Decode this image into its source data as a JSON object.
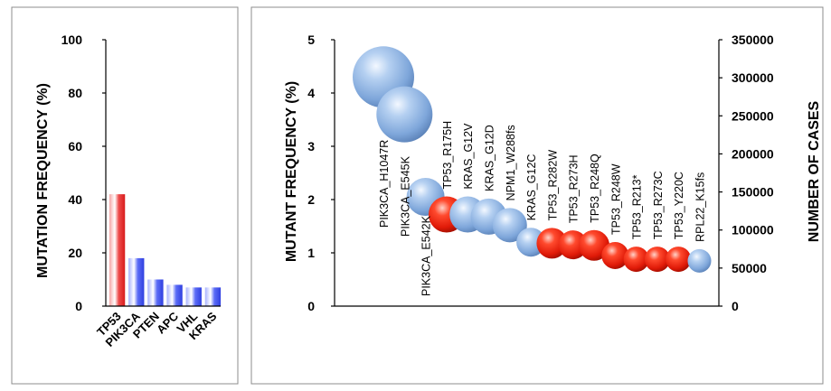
{
  "colors": {
    "red": "#e8282a",
    "blue": "#4a5cf0",
    "sphere_blue": "#8fb4e3",
    "sphere_red": "#e02010"
  },
  "chart_data": [
    {
      "type": "bar",
      "ylabel": "MUTATION FREQUENCY (%)",
      "ylim": [
        0,
        100
      ],
      "yticks": [
        "0",
        "20",
        "40",
        "60",
        "80",
        "100"
      ],
      "categories": [
        "TP53",
        "PIK3CA",
        "PTEN",
        "APC",
        "VHL",
        "KRAS"
      ],
      "values": [
        42,
        18,
        10,
        8,
        7,
        7
      ],
      "bar_colors": [
        "red",
        "blue",
        "blue",
        "blue",
        "blue",
        "blue"
      ]
    },
    {
      "type": "scatter",
      "ylabel": "MUTANT FREQUENCY (%)",
      "y2label": "NUMBER OF CASES",
      "ylim": [
        0,
        5
      ],
      "y2lim": [
        0,
        350000
      ],
      "yticks": [
        "0",
        "1",
        "2",
        "3",
        "4",
        "5"
      ],
      "y2ticks": [
        "0",
        "50000",
        "100000",
        "150000",
        "200000",
        "250000",
        "300000",
        "350000"
      ],
      "points": [
        {
          "label": "PIK3CA_H1047R",
          "x": 1,
          "y": 4.3,
          "size": 34,
          "color": "blue"
        },
        {
          "label": "PIK3CA_E545K",
          "x": 2,
          "y": 3.6,
          "size": 31,
          "color": "blue"
        },
        {
          "label": "PIK3CA_E542K",
          "x": 3,
          "y": 2.05,
          "size": 21,
          "color": "blue"
        },
        {
          "label": "TP53_R175H",
          "x": 4,
          "y": 1.72,
          "size": 20,
          "color": "red"
        },
        {
          "label": "KRAS_G12V",
          "x": 5,
          "y": 1.72,
          "size": 20,
          "color": "blue"
        },
        {
          "label": "KRAS_G12D",
          "x": 6,
          "y": 1.68,
          "size": 20,
          "color": "blue"
        },
        {
          "label": "NPM1_W288fs",
          "x": 7,
          "y": 1.52,
          "size": 19,
          "color": "blue"
        },
        {
          "label": "KRAS_G12C",
          "x": 8,
          "y": 1.2,
          "size": 16,
          "color": "blue"
        },
        {
          "label": "TP53_R282W",
          "x": 9,
          "y": 1.18,
          "size": 17,
          "color": "red"
        },
        {
          "label": "TP53_R273H",
          "x": 10,
          "y": 1.15,
          "size": 16,
          "color": "red"
        },
        {
          "label": "TP53_R248Q",
          "x": 11,
          "y": 1.14,
          "size": 17,
          "color": "red"
        },
        {
          "label": "TP53_R248W",
          "x": 12,
          "y": 0.95,
          "size": 15,
          "color": "red"
        },
        {
          "label": "TP53_R213*",
          "x": 13,
          "y": 0.88,
          "size": 14,
          "color": "red"
        },
        {
          "label": "TP53_R273C",
          "x": 14,
          "y": 0.88,
          "size": 14,
          "color": "red"
        },
        {
          "label": "TP53_Y220C",
          "x": 15,
          "y": 0.88,
          "size": 14,
          "color": "red"
        },
        {
          "label": "RPL22_K15fs",
          "x": 16,
          "y": 0.85,
          "size": 13,
          "color": "blue"
        }
      ]
    }
  ]
}
